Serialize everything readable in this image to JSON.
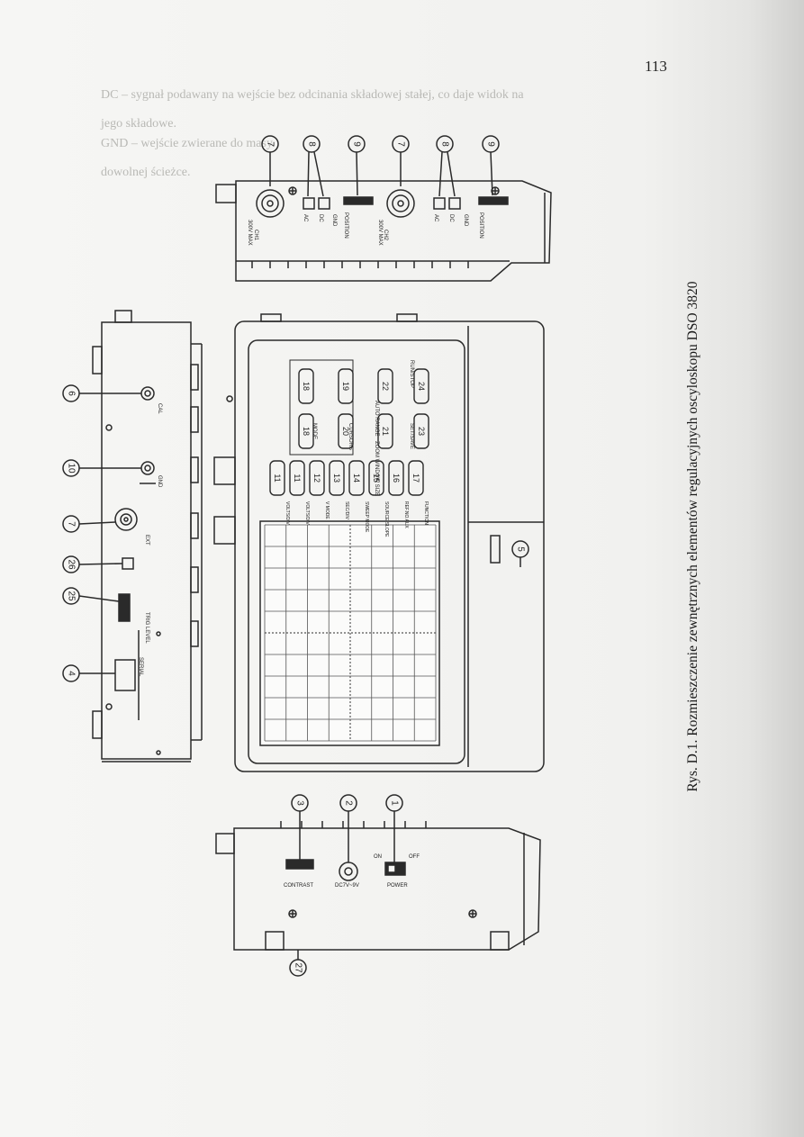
{
  "page_number": "113",
  "caption": "Rys. D.1. Rozmieszczenie zewnętrznych elementów regulacyjnych oscyloskopu DSO 3820",
  "faded_text": [
    "DC – sygnał podawany na wejście bez odcinania składowej stałej, co daje widok na",
    "jego składowe.",
    "GND – wejście zwierane do masy.",
    "dowolnej ścieżce."
  ],
  "top_panel": {
    "ch1_label": "CH1",
    "ch2_label": "CH2",
    "max_input": "300V MAX",
    "coupling": [
      "AC",
      "DC",
      "GND"
    ],
    "position_label": "POSITION"
  },
  "right_side": {
    "cal_label": "CAL",
    "gnd_label": "GND",
    "ext_label": "EXT",
    "trig_level_label": "TRIG LEVEL",
    "serial_label": "SERIAL"
  },
  "front_panel": {
    "buttons_col1": [
      "VOLTS/DIV",
      "VOLTS/DIV",
      "V MODE",
      "SEC/DIV",
      "SWEEP MODE",
      "SOURCE SLOPE",
      "REF.NO AUX",
      "FUNCTION"
    ],
    "cursors_label": "CURSORS",
    "mode_label": "MODE",
    "auto_range_label": "AUTO RANGE",
    "zoom_label": "ZOOM WINDOW SIZE",
    "save_label": "SET/SAVE",
    "run_stop_label": "RUN/STOP"
  },
  "left_side": {
    "contrast_label": "CONTRAST",
    "dc_label": "DC7V~9V",
    "power_label": "POWER",
    "on_label": "ON",
    "off_label": "OFF"
  },
  "callouts": {
    "top": [
      "7",
      "8",
      "9",
      "7",
      "8",
      "9"
    ],
    "right": [
      "6",
      "10",
      "7",
      "26",
      "25",
      "4"
    ],
    "front": [
      "11",
      "11",
      "12",
      "13",
      "14",
      "15",
      "16",
      "17",
      "18",
      "18",
      "19",
      "20",
      "21",
      "22",
      "23",
      "24"
    ],
    "display": "5",
    "left": [
      "3",
      "2",
      "1",
      "27"
    ]
  }
}
